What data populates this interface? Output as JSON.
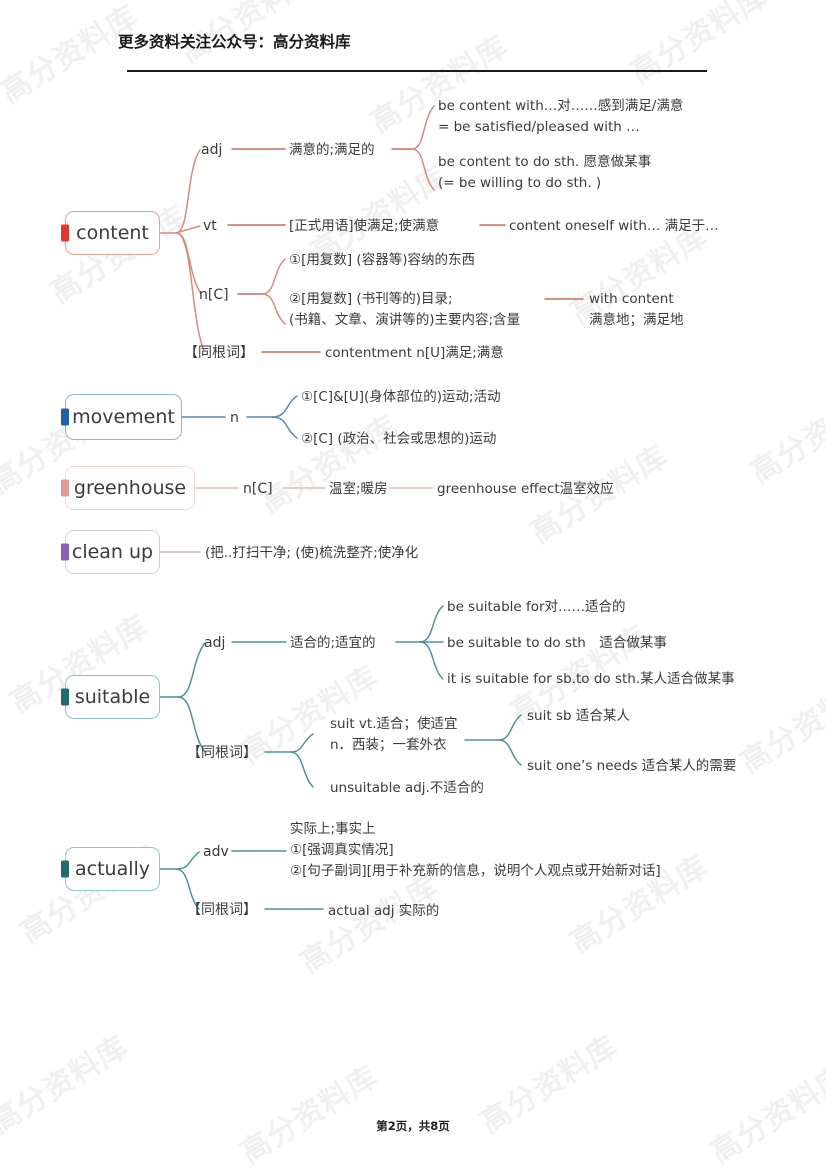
{
  "header": {
    "title": "更多资料关注公众号：高分资料库"
  },
  "footer": {
    "page_label": "第2页，共8页"
  },
  "watermark": {
    "text": "高分资料库"
  },
  "colors": {
    "content_accent": "#e0392a",
    "content_border": "#e8a095",
    "movement_accent": "#1f5fa8",
    "movement_border": "#8cb4d8",
    "greenhouse_accent": "#e39a96",
    "greenhouse_border": "#f3d8d4",
    "cleanup_accent": "#8b5fb0",
    "cleanup_border": "#d9c6e6",
    "suitable_accent": "#1d6b6e",
    "suitable_border": "#8fc4c6",
    "actually_accent": "#1d6b6e",
    "actually_border": "#8fc4c6",
    "text": "#3a3a3a",
    "rule": "#1a1a1a"
  },
  "mindmap": {
    "nodes": [
      {
        "id": "content",
        "label": "content",
        "branches": [
          {
            "label": "adj",
            "detail": "满意的;满足的",
            "examples": [
              "be content with…对……感到满足/满意\n= be satisfied/pleased with …",
              "be content to do sth. 愿意做某事\n(= be willing to do sth. )"
            ]
          },
          {
            "label": "vt",
            "detail": "[正式用语]使满足;使满意",
            "examples": [
              "content oneself with… 满足于…"
            ]
          },
          {
            "label": "n[C]",
            "detail_1": "①[用复数] (容器等)容纳的东西",
            "detail_2": "②[用复数] (书刊等的)目录;\n(书籍、文章、演讲等的)主要内容;含量",
            "examples": [
              "with content\n满意地；满足地"
            ]
          },
          {
            "label": "【同根词】",
            "detail": "contentment n[U]满足;满意"
          }
        ]
      },
      {
        "id": "movement",
        "label": "movement",
        "branches": [
          {
            "label": "n",
            "examples": [
              "①[C]&[U](身体部位的)运动;活动",
              "②[C] (政治、社会或思想的)运动"
            ]
          }
        ]
      },
      {
        "id": "greenhouse",
        "label": "greenhouse",
        "branches": [
          {
            "label": "n[C]",
            "detail": "温室;暖房",
            "examples": [
              "greenhouse effect温室效应"
            ]
          }
        ]
      },
      {
        "id": "cleanup",
        "label": "clean up",
        "branches": [
          {
            "label": "",
            "detail": "(把..打扫干净; (使)梳洗整齐;使净化"
          }
        ]
      },
      {
        "id": "suitable",
        "label": "suitable",
        "branches": [
          {
            "label": "adj",
            "detail": "适合的;适宜的",
            "examples": [
              "be suitable for对……适合的",
              "be suitable to do sth　适合做某事",
              "it is suitable for sb.to do sth.某人适合做某事"
            ]
          },
          {
            "label": "【同根词】",
            "detail_1": "suit vt.适合；使适宜\nn．西装；一套外衣",
            "detail_2": "unsuitable adj.不适合的",
            "examples": [
              "suit sb 适合某人",
              "suit one’s needs 适合某人的需要"
            ]
          }
        ]
      },
      {
        "id": "actually",
        "label": "actually",
        "branches": [
          {
            "label": "adv",
            "detail": "实际上;事实上\n①[强调真实情况]\n②[句子副词][用于补充新的信息，说明个人观点或开始新对话]"
          },
          {
            "label": "【同根词】",
            "detail": "actual adj 实际的"
          }
        ]
      }
    ]
  }
}
